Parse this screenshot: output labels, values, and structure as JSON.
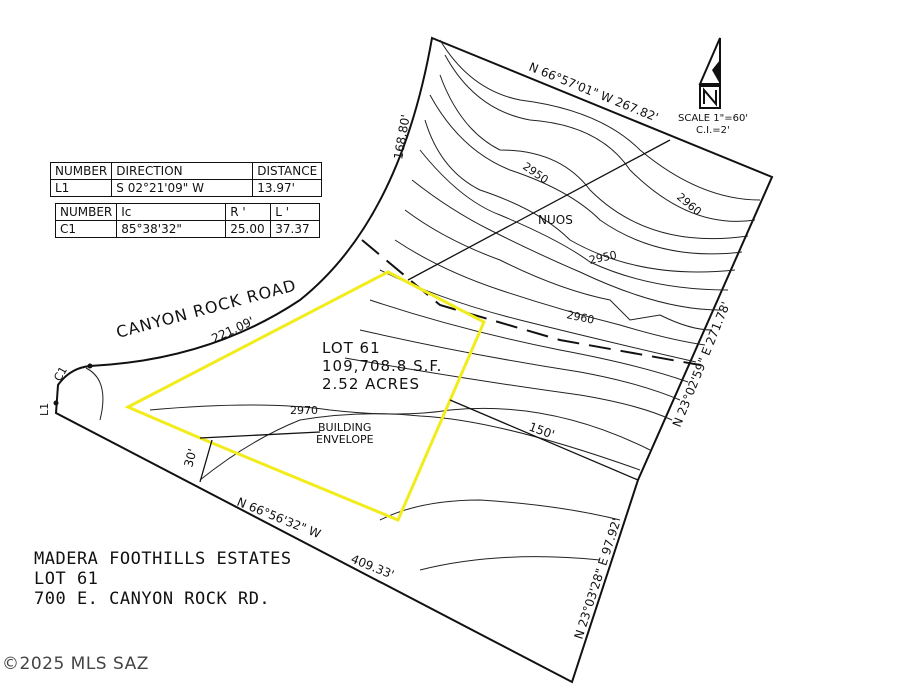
{
  "line_table": {
    "headers": [
      "NUMBER",
      "DIRECTION",
      "DISTANCE"
    ],
    "rows": [
      [
        "L1",
        "S 02°21'09\" W",
        "13.97'"
      ]
    ]
  },
  "curve_table": {
    "headers": [
      "NUMBER",
      "Ic",
      "R '",
      "L '"
    ],
    "rows": [
      [
        "C1",
        "85°38'32\"",
        "25.00",
        "37.37"
      ]
    ]
  },
  "labels": {
    "road": "CANYON ROCK ROAD",
    "bearing_top": "N 66°57'01\" W 267.82'",
    "dist_left": "168.80'",
    "dist_road": "221.09'",
    "bearing_right": "N 23°02'59\" E 271.78'",
    "bearing_right_lower": "N 23°03'28\" E 97.92'",
    "bearing_bottom": "N 66°56'32\" W",
    "dist_bottom": "409.33'",
    "setback_150": "150'",
    "setback_30": "30'",
    "nuos": "NUOS",
    "c1": "C1",
    "l1": "L1",
    "lot_name": "LOT 61",
    "lot_area_sf": "109,708.8 S.F.",
    "lot_area_acres": "2.52 ACRES",
    "building": "BUILDING",
    "envelope": "ENVELOPE",
    "contour_2950_a": "2950",
    "contour_2960_a": "2960",
    "contour_2950_b": "2950",
    "contour_2960_b": "2960",
    "contour_2970": "2970",
    "scale": "SCALE 1\"=60'",
    "ci": "C.I.=2'"
  },
  "title_block": {
    "line1": "MADERA FOOTHILLS ESTATES",
    "line2": "LOT 61",
    "line3": "700 E. CANYON ROCK RD."
  },
  "copyright": "©2025 MLS SAZ",
  "colors": {
    "envelope": "#f2ec1c",
    "ink": "#111111"
  }
}
